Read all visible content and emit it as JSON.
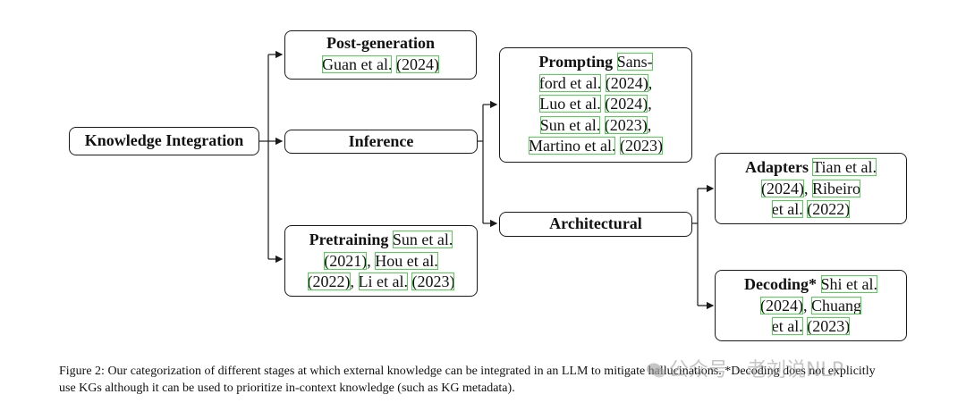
{
  "figure": {
    "nodes": {
      "root": {
        "label": "Knowledge Integration"
      },
      "post_generation": {
        "label": "Post-generation",
        "cite_authors": "Guan et al.",
        "cite_year": "(2024)"
      },
      "inference": {
        "label": "Inference"
      },
      "pretraining": {
        "label": "Pretraining",
        "citations": [
          {
            "authors": "Sun et al.",
            "year": "(2021)"
          },
          {
            "authors": "Hou et al.",
            "year": "(2022)"
          },
          {
            "authors": "Li et al.",
            "year": "(2023)"
          }
        ]
      },
      "prompting": {
        "label": "Prompting",
        "first_author_part1": "Sans-",
        "first_author_part2": "ford et al.",
        "citations": [
          {
            "authors": "Sansford et al.",
            "year": "(2024)"
          },
          {
            "authors": "Luo et al.",
            "year": "(2024)"
          },
          {
            "authors": "Sun et al.",
            "year": "(2023)"
          },
          {
            "authors": "Martino et al.",
            "year": "(2023)"
          }
        ]
      },
      "architectural": {
        "label": "Architectural"
      },
      "adapters": {
        "label": "Adapters",
        "citations": [
          {
            "authors": "Tian et al.",
            "year": "(2024)"
          },
          {
            "authors": "Ribeiro et al.",
            "year": "(2022)"
          }
        ],
        "split_author_part1": "Ribeiro",
        "split_author_part2": "et al."
      },
      "decoding": {
        "label": "Decoding*",
        "citations": [
          {
            "authors": "Shi et al.",
            "year": "(2024)"
          },
          {
            "authors": "Chuang et al.",
            "year": "(2023)"
          }
        ],
        "split_author_part1": "Chuang",
        "split_author_part2": "et al."
      }
    },
    "caption_line1": "Figure 2: Our categorization of different stages at which external knowledge can be integrated in an LLM to mitigate hallucinations. *Decoding does not explicitly",
    "caption_line2": "use KGs although it can be used to prioritize in-context knowledge (such as KG metadata)."
  },
  "watermark": {
    "text": "公众号 · 老刘说NLP",
    "icon": "wechat-icon"
  },
  "colors": {
    "citation_box": "#4fd34f",
    "border": "#1a1a1a"
  }
}
